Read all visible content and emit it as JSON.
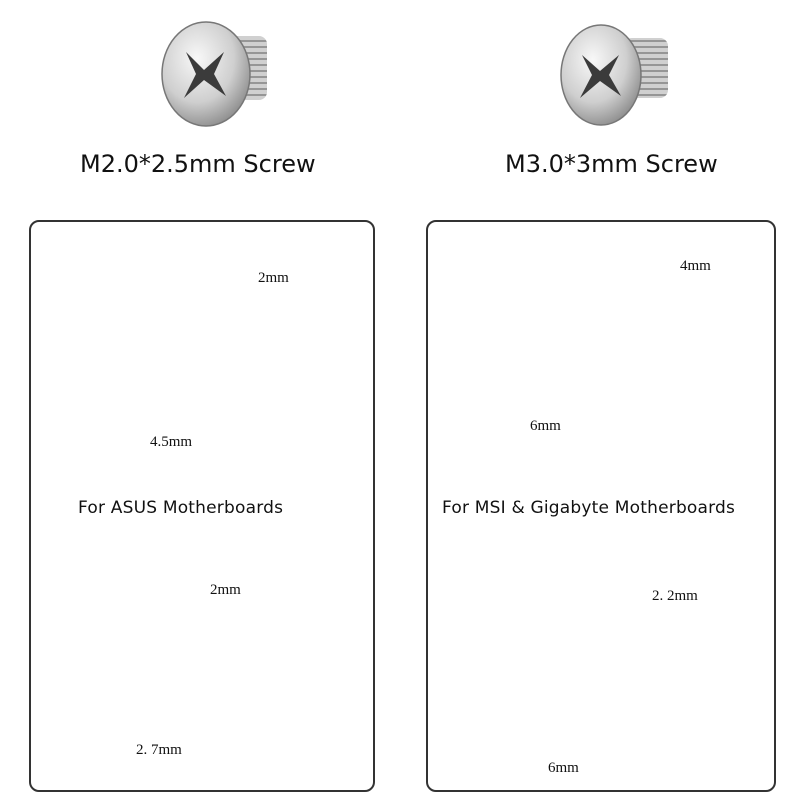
{
  "screws": [
    {
      "label": "M2.0*2.5mm Screw"
    },
    {
      "label": "M3.0*3mm Screw"
    }
  ],
  "panels": [
    {
      "caption": "For ASUS Motherboards",
      "standoffs": [
        {
          "thread_dim": "2mm",
          "body_dim": "4.5mm"
        },
        {
          "thread_dim": "2mm",
          "body_dim": "2. 7mm"
        }
      ]
    },
    {
      "caption": "For MSI & Gigabyte Motherboards",
      "standoffs": [
        {
          "thread_dim": "4mm",
          "body_dim": "6mm"
        },
        {
          "thread_dim": "2. 2mm",
          "body_dim": "6mm"
        }
      ]
    }
  ],
  "colors": {
    "metal_light": "#e6e6e6",
    "metal_dark": "#8a8a8a",
    "border": "#333333"
  }
}
